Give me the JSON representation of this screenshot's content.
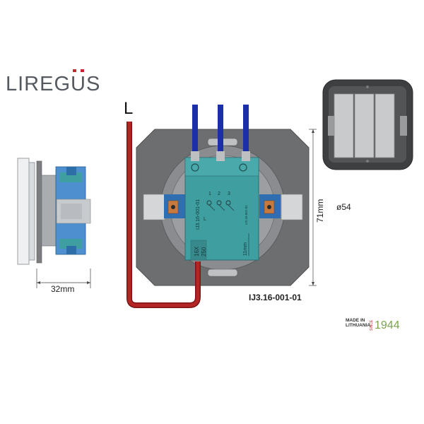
{
  "brand": {
    "logo_text_a": "LIREG",
    "logo_text_u": "U",
    "logo_text_b": "S"
  },
  "dimensions": {
    "depth": "32mm",
    "height": "71mm",
    "diameter": "ø54"
  },
  "line_label": "L",
  "module": {
    "code_vertical": "IJ3.16-001-01",
    "terminals": [
      "L",
      "1",
      "2",
      "3"
    ],
    "rating_a": "16X",
    "rating_b": "250",
    "strip": "11mm",
    "small_code": "IJ3.16-001-01"
  },
  "model_code": "IJ3.16-001-01",
  "origin": {
    "line1": "MADE IN",
    "line2": "LITHUANIA",
    "since": "SINCE",
    "year": "1944"
  },
  "colors": {
    "wire_blue": "#1d2fa8",
    "wire_red": "#b52525",
    "module_teal": "#3f9ea0",
    "frame_grey": "#6d6e70",
    "brand_red": "#c1272d",
    "year_green": "#79a44a"
  }
}
